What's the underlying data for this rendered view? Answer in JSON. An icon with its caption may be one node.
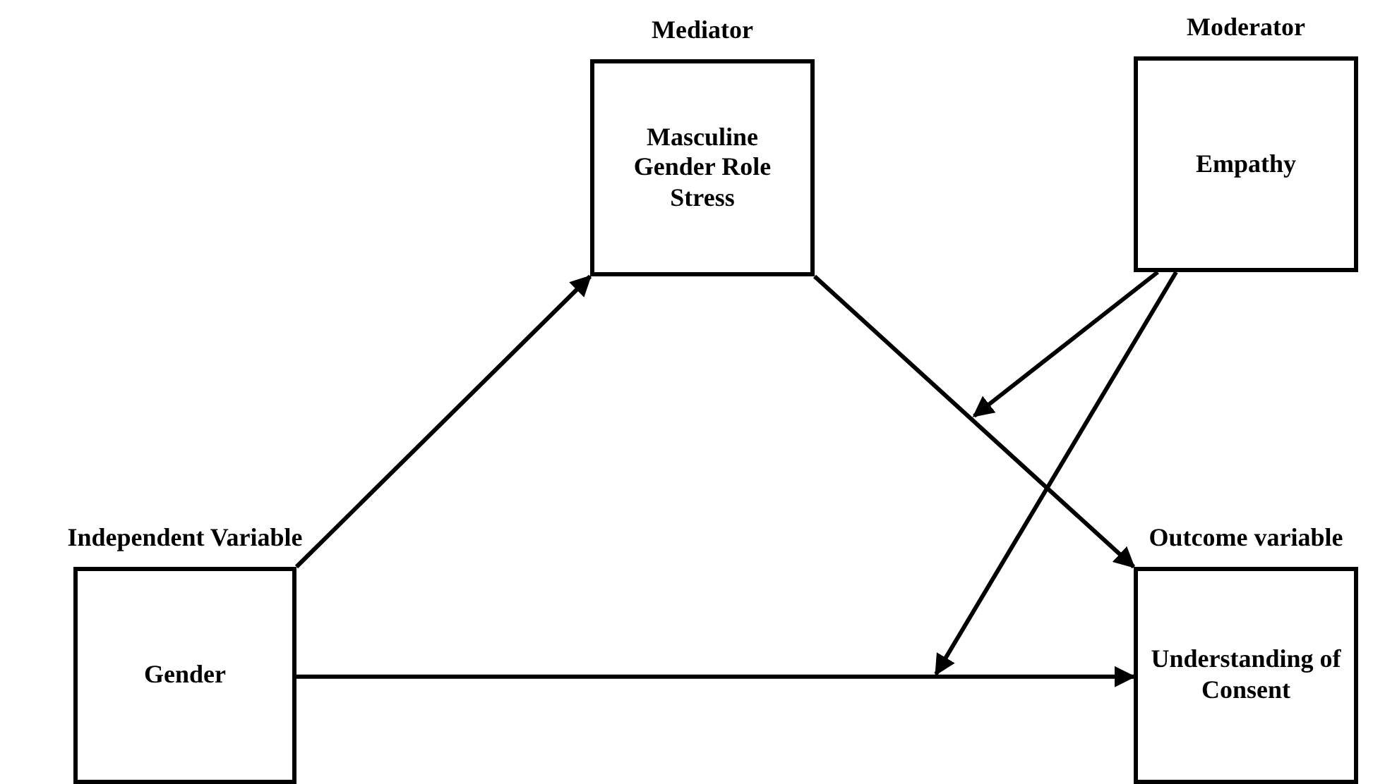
{
  "diagram": {
    "nodes": [
      {
        "text": [
          "Independent Variable",
          "Gender"
        ]
      },
      {
        "text": [
          "Mediator",
          "Masculine Gender Role Stress"
        ]
      },
      {
        "text": [
          "Moderator",
          "Empathy"
        ]
      },
      {
        "text": [
          "Outcome variable",
          "Understanding of Consent"
        ]
      }
    ],
    "edges": [
      {
        "from": 0,
        "to": 1,
        "arrow": "to"
      },
      {
        "from": 1,
        "to": 3,
        "arrow": "to"
      },
      {
        "from": 0,
        "to": 3,
        "arrow": "to"
      },
      {
        "from": 2,
        "to": null,
        "arrow": "to"
      },
      {
        "from": 2,
        "to": null,
        "arrow": "to"
      }
    ]
  }
}
